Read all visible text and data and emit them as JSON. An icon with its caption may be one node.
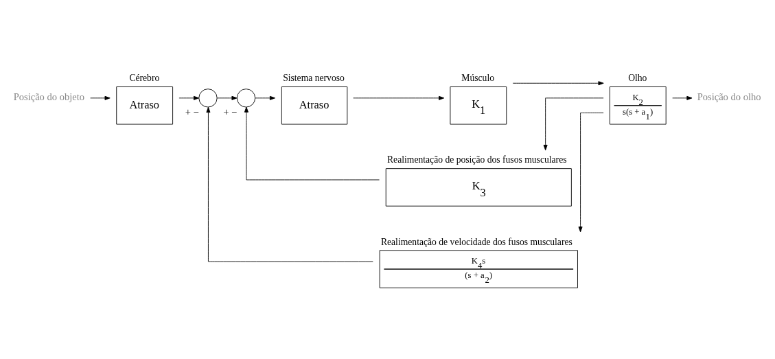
{
  "diagram": {
    "nodes": [
      {
        "text": [
          "Posição do objeto"
        ]
      },
      {
        "text": [
          "Cérebro",
          "Atraso"
        ]
      },
      {
        "text": [],
        "shape": "circle",
        "beside": [
          "+",
          "−"
        ]
      },
      {
        "text": [],
        "shape": "circle",
        "beside": [
          "+",
          "−"
        ]
      },
      {
        "text": [
          "Sistema nervoso",
          "Atraso"
        ]
      },
      {
        "text": [
          "Músculo",
          "K$_{1}$"
        ]
      },
      {
        "text": [
          "Olho",
          "K$_{2}$",
          "s(s + a$_{1}$)"
        ]
      },
      {
        "text": [
          "Posição do olho"
        ]
      },
      {
        "text": [
          "Realimentação de posição dos fusos musculares",
          "K$_{3}$"
        ]
      },
      {
        "text": [
          "Realimentação de velocidade dos fusos musculares",
          "K$_{4}$s",
          "(s + a$_{2}$)"
        ]
      }
    ],
    "edges": [
      {
        "from": 0,
        "to": 1,
        "arrow": "to"
      },
      {
        "from": 1,
        "to": 2,
        "arrow": "to"
      },
      {
        "from": 2,
        "to": 3,
        "arrow": "to"
      },
      {
        "from": 3,
        "to": 4,
        "arrow": "to"
      },
      {
        "from": 4,
        "to": 5,
        "arrow": "to"
      },
      {
        "from": 5,
        "to": 6,
        "arrow": "to"
      },
      {
        "from": 6,
        "to": 7,
        "arrow": "to"
      },
      {
        "from": 6,
        "to": 8,
        "arrow": "to"
      },
      {
        "from": 8,
        "to": 3,
        "arrow": "to"
      },
      {
        "from": 6,
        "to": 9,
        "arrow": "to"
      },
      {
        "from": 9,
        "to": 2,
        "arrow": "to"
      }
    ]
  }
}
